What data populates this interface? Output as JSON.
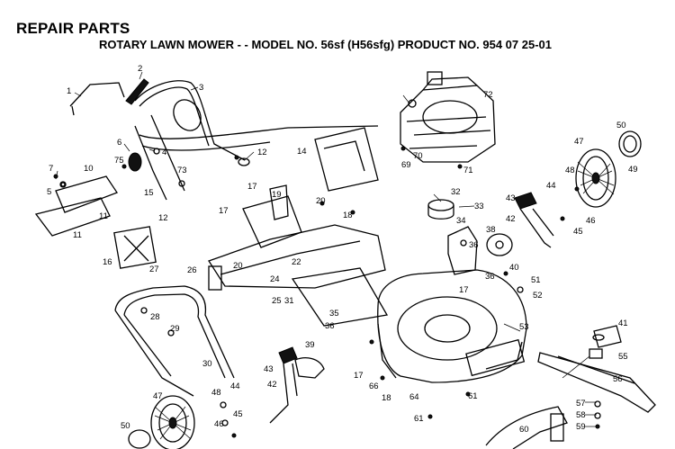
{
  "header": {
    "title": "REPAIR PARTS",
    "subtitle": "ROTARY LAWN MOWER - - MODEL NO. 56sf (H56sfg)  PRODUCT NO. 954 07 25-01"
  },
  "callouts": {
    "c1": "1",
    "c2": "2",
    "c3": "3",
    "c4": "4",
    "c5": "5",
    "c6": "6",
    "c7": "7",
    "c10": "10",
    "c11a": "11",
    "c11b": "11",
    "c12a": "12",
    "c12b": "12",
    "c14": "14",
    "c15": "15",
    "c16": "16",
    "c17a": "17",
    "c17b": "17",
    "c17c": "17",
    "c17d": "17",
    "c18a": "18",
    "c18b": "18",
    "c19": "19",
    "c20a": "20",
    "c20b": "20",
    "c22": "22",
    "c24": "24",
    "c25": "25",
    "c26": "26",
    "c27": "27",
    "c28": "28",
    "c29": "29",
    "c30": "30",
    "c31": "31",
    "c32": "32",
    "c33": "33",
    "c34": "34",
    "c35": "35",
    "c36a": "36",
    "c36b": "36",
    "c36c": "36",
    "c38": "38",
    "c39": "39",
    "c40": "40",
    "c41": "41",
    "c42a": "42",
    "c42b": "42",
    "c43a": "43",
    "c43b": "43",
    "c44a": "44",
    "c44b": "44",
    "c45a": "45",
    "c45b": "45",
    "c46a": "46",
    "c46b": "46",
    "c47a": "47",
    "c47b": "47",
    "c48a": "48",
    "c48b": "48",
    "c49": "49",
    "c50a": "50",
    "c50b": "50",
    "c51": "51",
    "c52": "52",
    "c53": "53",
    "c55": "55",
    "c56": "56",
    "c57": "57",
    "c58": "58",
    "c59": "59",
    "c60": "60",
    "c61a": "61",
    "c61b": "61",
    "c64": "64",
    "c66": "66",
    "c69": "69",
    "c70": "70",
    "c71": "71",
    "c72": "72",
    "c73": "73",
    "c75": "75"
  }
}
